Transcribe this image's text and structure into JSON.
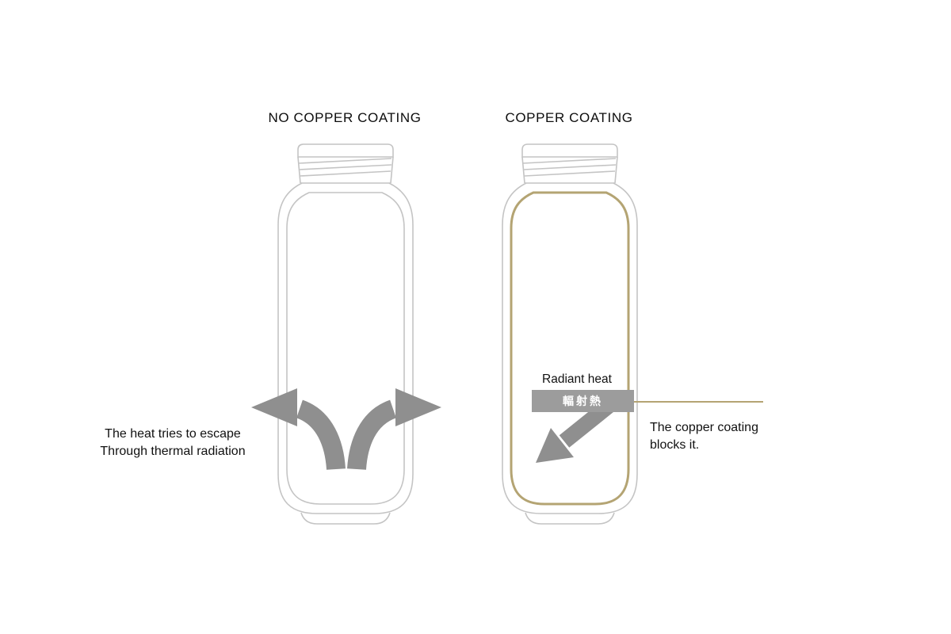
{
  "left_panel": {
    "title": "NO COPPER COATING",
    "caption_line1": "The heat tries to escape",
    "caption_line2": "Through thermal radiation"
  },
  "right_panel": {
    "title": "COPPER COATING",
    "radiant_heat_label": "Radiant heat",
    "radiant_heat_box": "輻射熱",
    "caption_line1": "The copper coating",
    "caption_line2": "blocks it."
  },
  "colors": {
    "bottle_outline": "#c4c4c4",
    "arrow_gray": "#8f8f8f",
    "box_gray": "#9c9c9c",
    "copper": "#b4a473",
    "text": "#111111"
  }
}
